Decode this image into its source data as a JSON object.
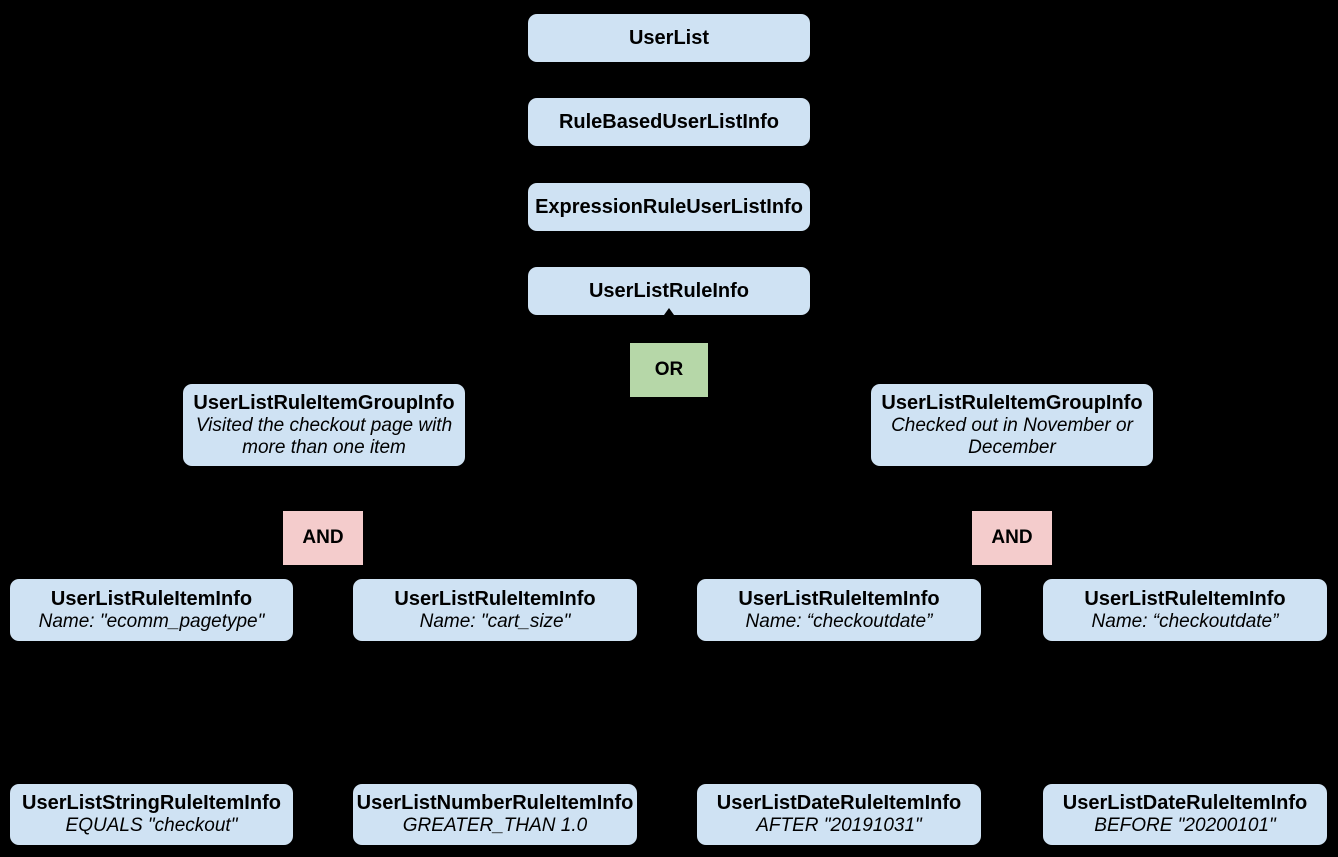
{
  "diagram": {
    "background_color": "#000000",
    "node_fill_color": "#cfe2f3",
    "or_fill_color": "#b6d7a8",
    "and_fill_color": "#f4cccc",
    "text_color": "#000000",
    "chain": [
      {
        "label": "UserList"
      },
      {
        "label": "RuleBasedUserListInfo"
      },
      {
        "label": "ExpressionRuleUserListInfo"
      },
      {
        "label": "UserListRuleInfo"
      }
    ],
    "or_label": "OR",
    "and_label": "AND",
    "groups": [
      {
        "title": "UserListRuleItemGroupInfo",
        "description": "Visited the checkout page with more than one item"
      },
      {
        "title": "UserListRuleItemGroupInfo",
        "description": "Checked out in November or December"
      }
    ],
    "rule_items": [
      {
        "title": "UserListRuleItemInfo",
        "subtitle": "Name: \"ecomm_pagetype\""
      },
      {
        "title": "UserListRuleItemInfo",
        "subtitle": "Name: \"cart_size\""
      },
      {
        "title": "UserListRuleItemInfo",
        "subtitle": "Name: “checkoutdate”"
      },
      {
        "title": "UserListRuleItemInfo",
        "subtitle": "Name: “checkoutdate”"
      }
    ],
    "operands": [
      {
        "title": "UserListStringRuleItemInfo",
        "subtitle": "EQUALS \"checkout\""
      },
      {
        "title": "UserListNumberRuleItemInfo",
        "subtitle": "GREATER_THAN 1.0"
      },
      {
        "title": "UserListDateRuleItemInfo",
        "subtitle": "AFTER \"20191031\""
      },
      {
        "title": "UserListDateRuleItemInfo",
        "subtitle": "BEFORE \"20200101\""
      }
    ]
  }
}
